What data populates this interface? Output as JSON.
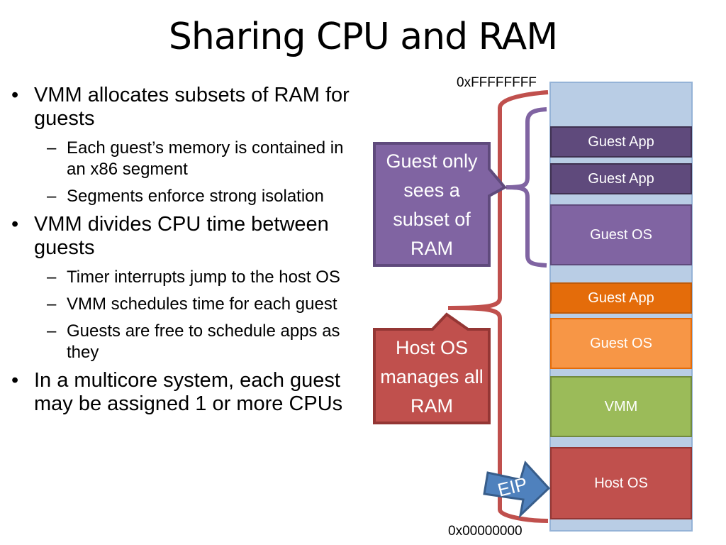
{
  "title": "Sharing CPU and RAM",
  "bullets": [
    {
      "text": "VMM allocates subsets of RAM for guests",
      "sub": [
        "Each guest’s memory is contained in an x86 segment",
        "Segments enforce strong isolation"
      ]
    },
    {
      "text": "VMM divides CPU time between guests",
      "sub": [
        "Timer interrupts jump to the host OS",
        "VMM schedules time for each guest",
        "Guests are free to schedule apps as they"
      ]
    },
    {
      "text": "In a multicore system, each guest may be assigned 1 or more CPUs",
      "sub": []
    }
  ],
  "memory": {
    "top_address": "0xFFFFFFFF",
    "bottom_address": "0x00000000",
    "blocks": [
      {
        "label": "Guest App",
        "color": "#5f4a7c"
      },
      {
        "label": "Guest App",
        "color": "#5f4a7c"
      },
      {
        "label": "Guest OS",
        "color": "#8064a2"
      },
      {
        "label": "Guest App",
        "color": "#e46c0a"
      },
      {
        "label": "Guest OS",
        "color": "#f79646"
      },
      {
        "label": "VMM",
        "color": "#9bbb59"
      },
      {
        "label": "Host OS",
        "color": "#c0504d"
      }
    ],
    "column_color": "#b9cde5"
  },
  "callouts": {
    "guest": "Guest only sees a subset of RAM",
    "host": "Host OS manages all RAM",
    "eip": "EIP"
  },
  "colors": {
    "guest_brace": "#8064a2",
    "host_brace": "#c0504d",
    "eip_arrow": "#4f81bd"
  }
}
